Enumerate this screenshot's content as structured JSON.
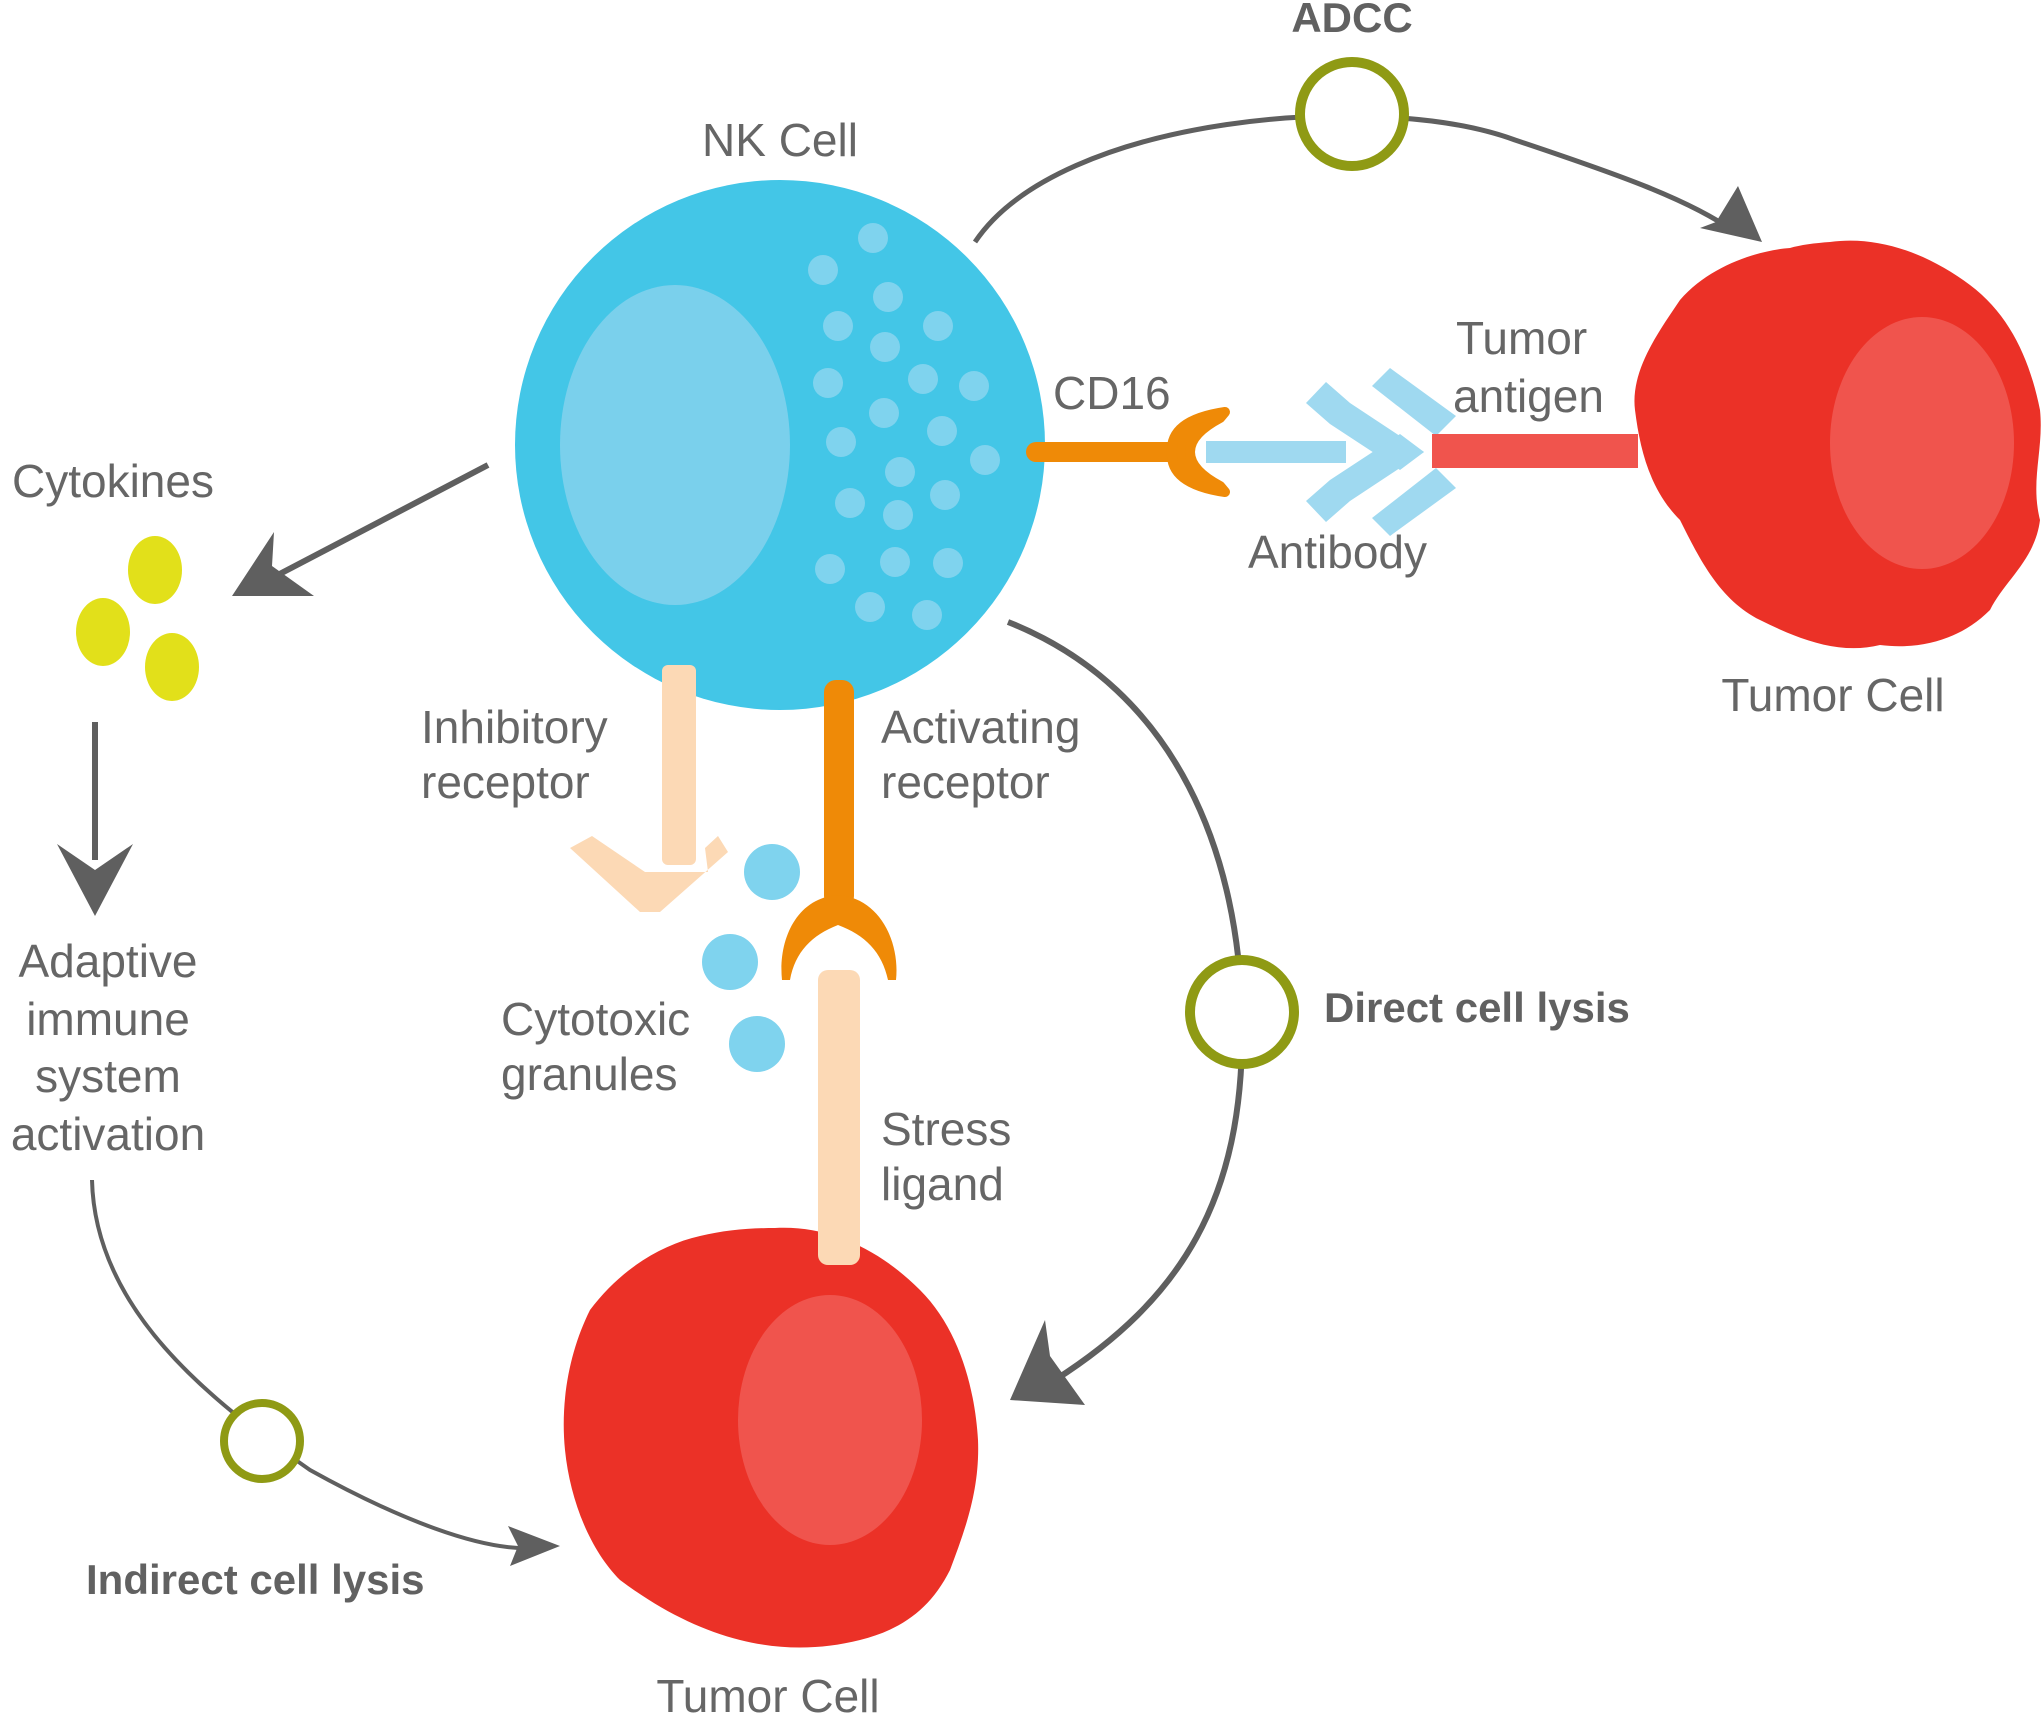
{
  "labels": {
    "adcc": "ADCC",
    "nk_cell": "NK Cell",
    "cd16": "CD16",
    "tumor_antigen_line1": "Tumor",
    "tumor_antigen_line2": "antigen",
    "antibody": "Antibody",
    "tumor_cell_right": "Tumor Cell",
    "cytokines": "Cytokines",
    "adaptive_line1": "Adaptive",
    "adaptive_line2": "immune",
    "adaptive_line3": "system",
    "adaptive_line4": "activation",
    "inhibitory_line1": "Inhibitory",
    "inhibitory_line2": "receptor",
    "activating_line1": "Activating",
    "activating_line2": "receptor",
    "cytotoxic_line1": "Cytotoxic",
    "cytotoxic_line2": "granules",
    "stress_line1": "Stress",
    "stress_line2": "ligand",
    "direct_lysis": "Direct cell lysis",
    "indirect_lysis": "Indirect cell lysis",
    "tumor_cell_bottom": "Tumor Cell"
  },
  "colors": {
    "nk_cell": "#43c6e7",
    "nk_nucleus": "#7ad0ec",
    "granule": "#7fd3ee",
    "tumor_cell": "#eb3127",
    "tumor_nucleus": "#f0544d",
    "cytokine": "#e2e01a",
    "pathway_marker": "#8f9a14",
    "activating": "#ef8a07",
    "inhibitory": "#fcd9b5",
    "antibody": "#9fd9f0",
    "arrow": "#5f5f5f",
    "text": "#666666"
  }
}
